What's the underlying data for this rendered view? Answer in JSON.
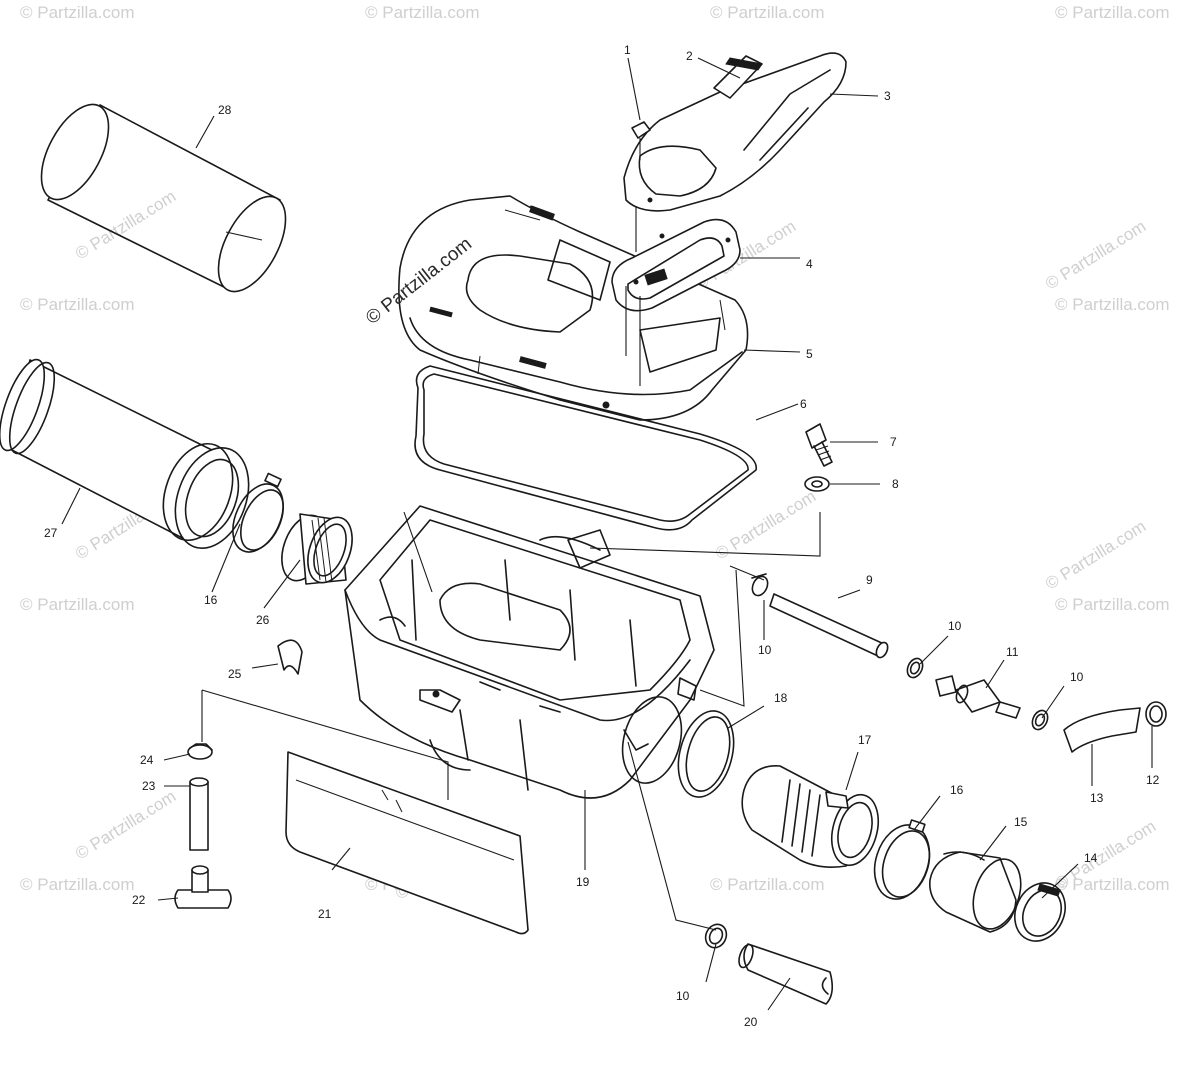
{
  "watermark": {
    "text": "© Partzilla.com",
    "center_text": "© Partzilla.com"
  },
  "labels": [
    {
      "id": "1",
      "text": "1"
    },
    {
      "id": "2",
      "text": "2"
    },
    {
      "id": "3",
      "text": "3"
    },
    {
      "id": "4",
      "text": "4"
    },
    {
      "id": "5",
      "text": "5"
    },
    {
      "id": "6",
      "text": "6"
    },
    {
      "id": "7",
      "text": "7"
    },
    {
      "id": "8",
      "text": "8"
    },
    {
      "id": "9",
      "text": "9"
    },
    {
      "id": "10a",
      "text": "10"
    },
    {
      "id": "10b",
      "text": "10"
    },
    {
      "id": "11",
      "text": "11"
    },
    {
      "id": "10c",
      "text": "10"
    },
    {
      "id": "12",
      "text": "12"
    },
    {
      "id": "13",
      "text": "13"
    },
    {
      "id": "14",
      "text": "14"
    },
    {
      "id": "15",
      "text": "15"
    },
    {
      "id": "16a",
      "text": "16"
    },
    {
      "id": "17",
      "text": "17"
    },
    {
      "id": "18",
      "text": "18"
    },
    {
      "id": "19",
      "text": "19"
    },
    {
      "id": "10d",
      "text": "10"
    },
    {
      "id": "20",
      "text": "20"
    },
    {
      "id": "21",
      "text": "21"
    },
    {
      "id": "22",
      "text": "22"
    },
    {
      "id": "23",
      "text": "23"
    },
    {
      "id": "24",
      "text": "24"
    },
    {
      "id": "25",
      "text": "25"
    },
    {
      "id": "26",
      "text": "26"
    },
    {
      "id": "16b",
      "text": "16"
    },
    {
      "id": "27",
      "text": "27"
    },
    {
      "id": "28",
      "text": "28"
    }
  ]
}
